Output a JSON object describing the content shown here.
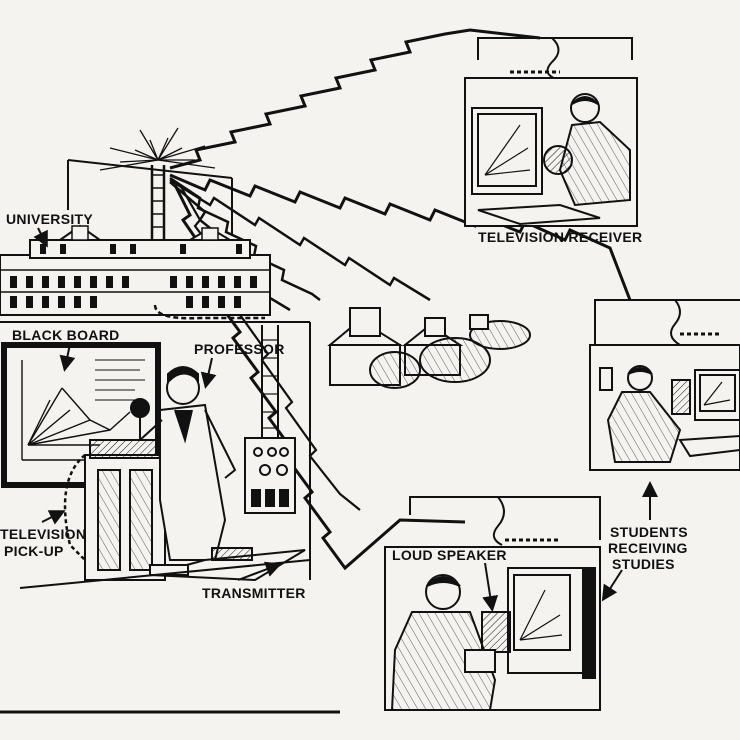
{
  "labels": {
    "university": "UNIVERSITY",
    "blackboard": "BLACK BOARD",
    "professor": "PROFESSOR",
    "pickup_line1": "TELEVISION",
    "pickup_line2": "PICK-UP",
    "transmitter": "TRANSMITTER",
    "tv_receiver": "TELEVISION RECEIVER",
    "loud_speaker": "LOUD SPEAKER",
    "students_line1": "STUDENTS",
    "students_line2": "RECEIVING",
    "students_line3": "STUDIES"
  },
  "colors": {
    "ink": "#111111",
    "paper": "#f4f3ef",
    "shade": "#cfcfcf"
  }
}
